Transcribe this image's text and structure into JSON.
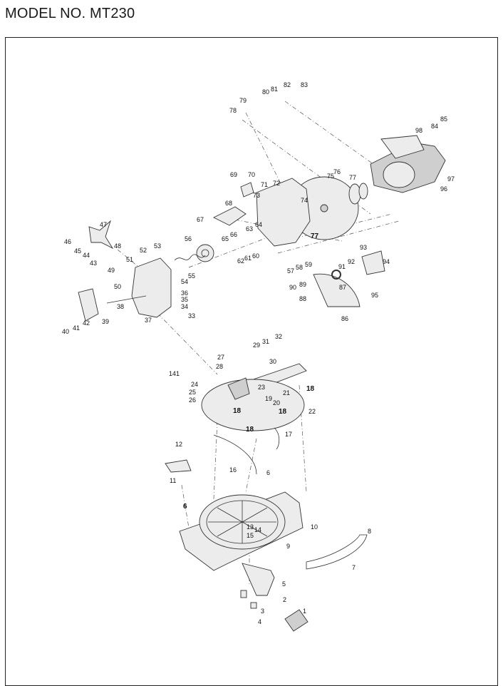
{
  "header": {
    "model": "MODEL NO. MT230"
  },
  "part_numbers": [
    {
      "id": "78",
      "label": "78"
    },
    {
      "id": "79",
      "label": "79"
    },
    {
      "id": "80",
      "label": "80"
    },
    {
      "id": "81",
      "label": "81"
    },
    {
      "id": "82",
      "label": "82"
    },
    {
      "id": "83",
      "label": "83"
    },
    {
      "id": "98",
      "label": "98"
    },
    {
      "id": "84",
      "label": "84"
    },
    {
      "id": "85",
      "label": "85"
    },
    {
      "id": "75",
      "label": "75"
    },
    {
      "id": "76",
      "label": "76"
    },
    {
      "id": "69",
      "label": "69"
    },
    {
      "id": "70",
      "label": "70"
    },
    {
      "id": "71",
      "label": "71"
    },
    {
      "id": "72",
      "label": "72"
    },
    {
      "id": "77a",
      "label": "77"
    },
    {
      "id": "97",
      "label": "97"
    },
    {
      "id": "96",
      "label": "96"
    },
    {
      "id": "73",
      "label": "73"
    },
    {
      "id": "74",
      "label": "74"
    },
    {
      "id": "68",
      "label": "68"
    },
    {
      "id": "67",
      "label": "67"
    },
    {
      "id": "66",
      "label": "66"
    },
    {
      "id": "65",
      "label": "65"
    },
    {
      "id": "64",
      "label": "64"
    },
    {
      "id": "63",
      "label": "63"
    },
    {
      "id": "77b",
      "label": "77"
    },
    {
      "id": "47",
      "label": "47"
    },
    {
      "id": "56",
      "label": "56"
    },
    {
      "id": "46",
      "label": "46"
    },
    {
      "id": "48",
      "label": "48"
    },
    {
      "id": "53",
      "label": "53"
    },
    {
      "id": "52",
      "label": "52"
    },
    {
      "id": "45",
      "label": "45"
    },
    {
      "id": "44",
      "label": "44"
    },
    {
      "id": "43",
      "label": "43"
    },
    {
      "id": "51",
      "label": "51"
    },
    {
      "id": "60",
      "label": "60"
    },
    {
      "id": "61",
      "label": "61"
    },
    {
      "id": "62",
      "label": "62"
    },
    {
      "id": "93",
      "label": "93"
    },
    {
      "id": "94",
      "label": "94"
    },
    {
      "id": "91",
      "label": "91"
    },
    {
      "id": "92",
      "label": "92"
    },
    {
      "id": "57",
      "label": "57"
    },
    {
      "id": "58",
      "label": "58"
    },
    {
      "id": "59",
      "label": "59"
    },
    {
      "id": "55",
      "label": "55"
    },
    {
      "id": "49",
      "label": "49"
    },
    {
      "id": "50",
      "label": "50"
    },
    {
      "id": "54",
      "label": "54"
    },
    {
      "id": "90",
      "label": "90"
    },
    {
      "id": "89",
      "label": "89"
    },
    {
      "id": "87",
      "label": "87"
    },
    {
      "id": "95",
      "label": "95"
    },
    {
      "id": "36",
      "label": "36"
    },
    {
      "id": "35",
      "label": "35"
    },
    {
      "id": "34",
      "label": "34"
    },
    {
      "id": "88",
      "label": "88"
    },
    {
      "id": "38",
      "label": "38"
    },
    {
      "id": "33",
      "label": "33"
    },
    {
      "id": "39",
      "label": "39"
    },
    {
      "id": "42",
      "label": "42"
    },
    {
      "id": "37",
      "label": "37"
    },
    {
      "id": "41",
      "label": "41"
    },
    {
      "id": "40",
      "label": "40"
    },
    {
      "id": "86",
      "label": "86"
    },
    {
      "id": "32",
      "label": "32"
    },
    {
      "id": "29",
      "label": "29"
    },
    {
      "id": "31",
      "label": "31"
    },
    {
      "id": "27",
      "label": "27"
    },
    {
      "id": "30",
      "label": "30"
    },
    {
      "id": "28",
      "label": "28"
    },
    {
      "id": "141",
      "label": "141"
    },
    {
      "id": "24",
      "label": "24"
    },
    {
      "id": "23",
      "label": "23"
    },
    {
      "id": "18a",
      "label": "18"
    },
    {
      "id": "25",
      "label": "25"
    },
    {
      "id": "21",
      "label": "21"
    },
    {
      "id": "19",
      "label": "19"
    },
    {
      "id": "26",
      "label": "26"
    },
    {
      "id": "20",
      "label": "20"
    },
    {
      "id": "22",
      "label": "22"
    },
    {
      "id": "18b",
      "label": "18"
    },
    {
      "id": "18c",
      "label": "18"
    },
    {
      "id": "18d",
      "label": "18"
    },
    {
      "id": "17",
      "label": "17"
    },
    {
      "id": "12",
      "label": "12"
    },
    {
      "id": "16",
      "label": "16"
    },
    {
      "id": "6a",
      "label": "6"
    },
    {
      "id": "11",
      "label": "11"
    },
    {
      "id": "6b",
      "label": "6"
    },
    {
      "id": "10",
      "label": "10"
    },
    {
      "id": "13",
      "label": "13"
    },
    {
      "id": "14",
      "label": "14"
    },
    {
      "id": "15",
      "label": "15"
    },
    {
      "id": "8",
      "label": "8"
    },
    {
      "id": "9",
      "label": "9"
    },
    {
      "id": "7",
      "label": "7"
    },
    {
      "id": "5",
      "label": "5"
    },
    {
      "id": "2",
      "label": "2"
    },
    {
      "id": "3",
      "label": "3"
    },
    {
      "id": "1",
      "label": "1"
    },
    {
      "id": "4",
      "label": "4"
    }
  ]
}
